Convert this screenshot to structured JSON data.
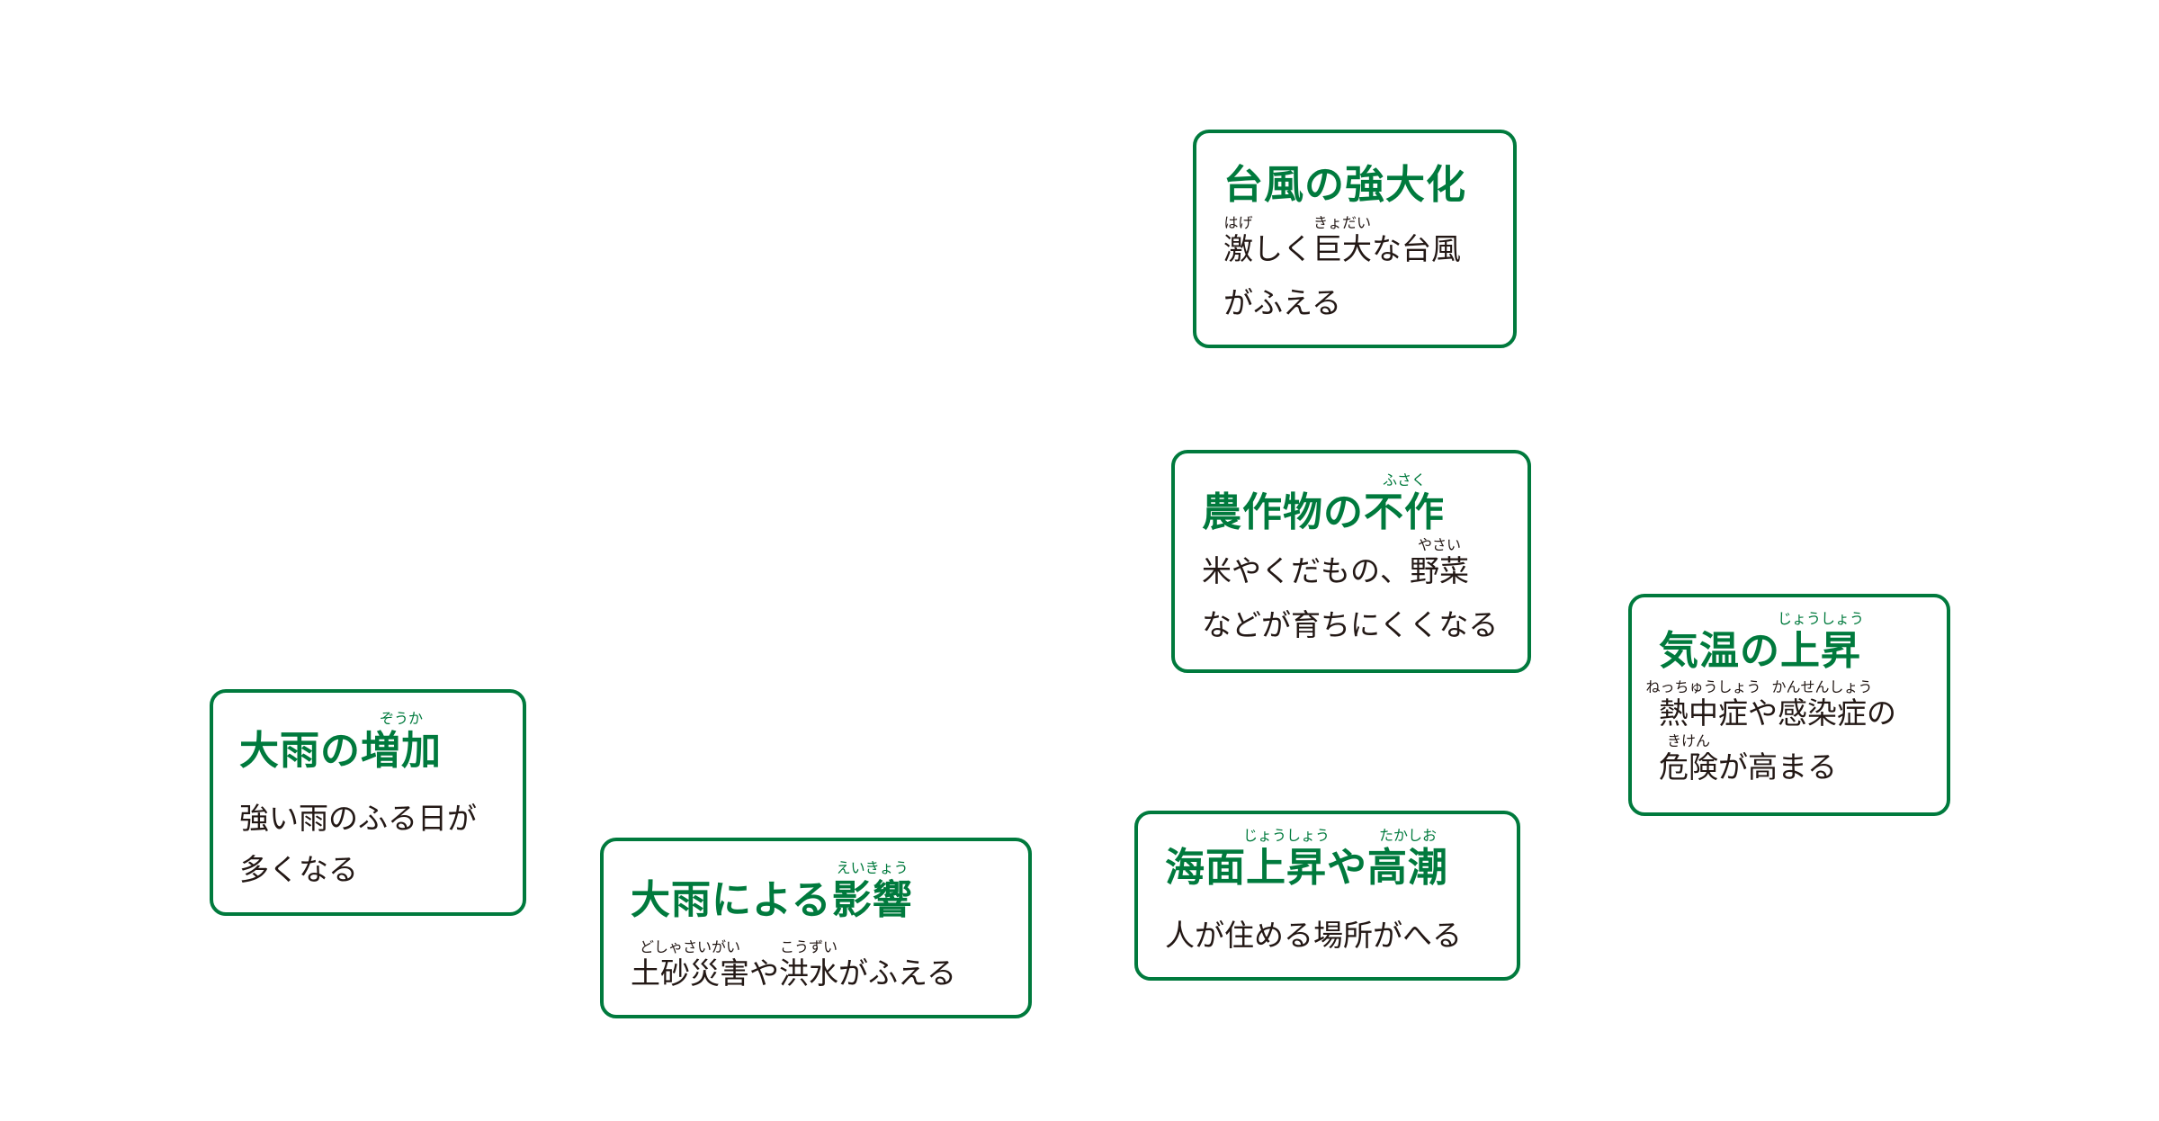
{
  "colors": {
    "accent_green": "#007a3d",
    "body_text": "#231815",
    "background": "#ffffff"
  },
  "cards": [
    {
      "id": "typhoon",
      "title": [
        {
          "text": "台風の強大化"
        }
      ],
      "lines": [
        [
          {
            "text": "激",
            "ruby": "はげ"
          },
          {
            "text": "しく"
          },
          {
            "text": "巨大",
            "ruby": "きょだい"
          },
          {
            "text": "な台風"
          }
        ],
        [
          {
            "text": "がふえる"
          }
        ]
      ]
    },
    {
      "id": "crop-failure",
      "title": [
        {
          "text": "農作物の"
        },
        {
          "text": "不作",
          "ruby": "ふさく"
        }
      ],
      "lines": [
        [
          {
            "text": "米やくだもの、"
          },
          {
            "text": "野菜",
            "ruby": "やさい"
          }
        ],
        [
          {
            "text": "などが育ちにくくなる"
          }
        ]
      ]
    },
    {
      "id": "temperature-rise",
      "title": [
        {
          "text": "気温の"
        },
        {
          "text": "上昇",
          "ruby": "じょうしょう"
        }
      ],
      "lines": [
        [
          {
            "text": "熱中症",
            "ruby": "ねっちゅうしょう"
          },
          {
            "text": "や"
          },
          {
            "text": "感染症",
            "ruby": "かんせんしょう"
          },
          {
            "text": "の"
          }
        ],
        [
          {
            "text": "危険",
            "ruby": "きけん"
          },
          {
            "text": "が高まる"
          }
        ]
      ]
    },
    {
      "id": "heavy-rain-increase",
      "title": [
        {
          "text": "大雨の"
        },
        {
          "text": "増加",
          "ruby": "ぞうか"
        }
      ],
      "lines": [
        [
          {
            "text": "強い雨のふる日が"
          }
        ],
        [
          {
            "text": "多くなる"
          }
        ]
      ]
    },
    {
      "id": "heavy-rain-impact",
      "title": [
        {
          "text": "大雨による"
        },
        {
          "text": "影響",
          "ruby": "えいきょう"
        }
      ],
      "lines": [
        [
          {
            "text": "土砂災害",
            "ruby": "どしゃさいがい"
          },
          {
            "text": "や"
          },
          {
            "text": "洪水",
            "ruby": "こうずい"
          },
          {
            "text": "がふえる"
          }
        ]
      ]
    },
    {
      "id": "sea-level-rise",
      "title": [
        {
          "text": "海面"
        },
        {
          "text": "上昇",
          "ruby": "じょうしょう"
        },
        {
          "text": "や"
        },
        {
          "text": "高潮",
          "ruby": "たかしお"
        }
      ],
      "lines": [
        [
          {
            "text": "人が住める場所がへる"
          }
        ]
      ]
    }
  ]
}
